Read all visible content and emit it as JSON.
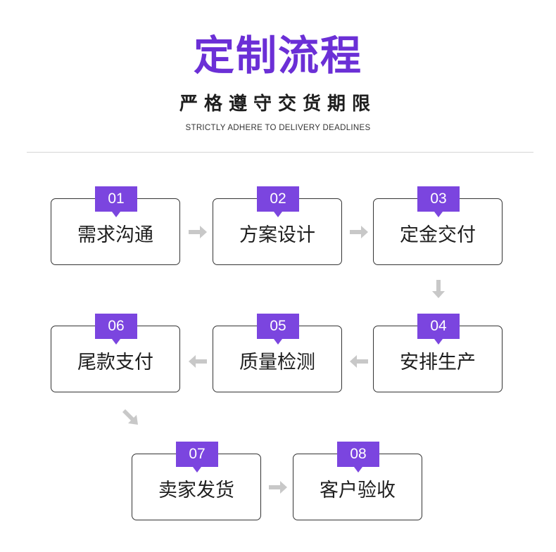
{
  "header": {
    "title": "定制流程",
    "subtitle": "严格遵守交货期限",
    "subtitle_en": "STRICTLY ADHERE TO DELIVERY DEADLINES"
  },
  "steps": [
    {
      "number": "01",
      "label": "需求沟通"
    },
    {
      "number": "02",
      "label": "方案设计"
    },
    {
      "number": "03",
      "label": "定金交付"
    },
    {
      "number": "04",
      "label": "安排生产"
    },
    {
      "number": "05",
      "label": "质量检测"
    },
    {
      "number": "06",
      "label": "尾款支付"
    },
    {
      "number": "07",
      "label": "卖家发货"
    },
    {
      "number": "08",
      "label": "客户验收"
    }
  ],
  "colors": {
    "accent": "#7b45df",
    "title": "#6b2fd6",
    "arrow": "#c8c8c8",
    "border": "#333333"
  }
}
